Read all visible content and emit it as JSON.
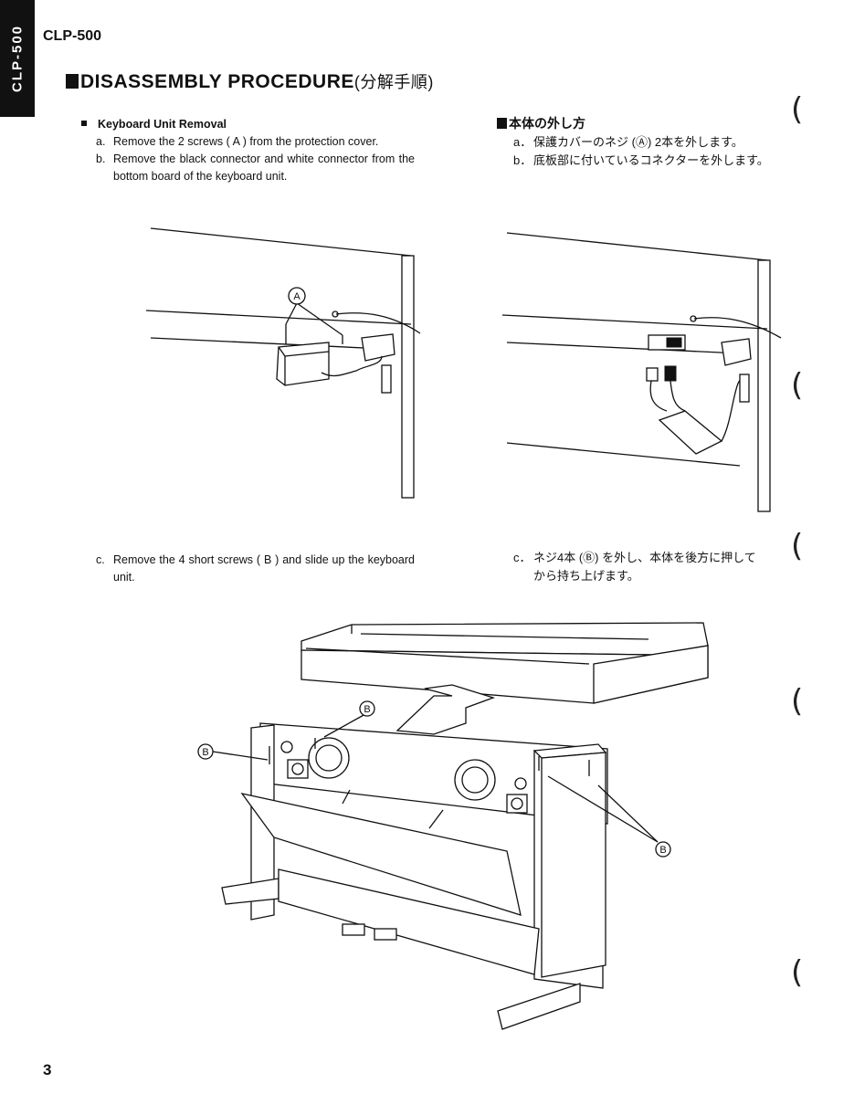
{
  "header": {
    "side_tab": "CLP-500",
    "model": "CLP-500"
  },
  "section": {
    "title": "DISASSEMBLY PROCEDURE",
    "title_jp": "(分解手順)"
  },
  "en": {
    "heading": "Keyboard Unit Removal",
    "a_label": "a.",
    "a_text": "Remove the 2 screws ( A ) from the protection cover.",
    "b_label": "b.",
    "b_text": "Remove the black connector and white connector from the bottom board of the keyboard unit.",
    "c_label": "c.",
    "c_text": "Remove the 4 short screws ( B ) and slide up the keyboard unit."
  },
  "jp": {
    "heading": "本体の外し方",
    "a_label": "a．",
    "a_text": "保護カバーのネジ (Ⓐ) 2本を外します。",
    "b_label": "b．",
    "b_text": "底板部に付いているコネクターを外します。",
    "c_label": "c．",
    "c_text": "ネジ4本 (Ⓑ) を外し、本体を後方に押してから持ち上げます。"
  },
  "figures": {
    "label_a": "A",
    "label_b": "B"
  },
  "footer": {
    "page_number": "3"
  },
  "margin_marks": {
    "hole_glyph": "("
  }
}
